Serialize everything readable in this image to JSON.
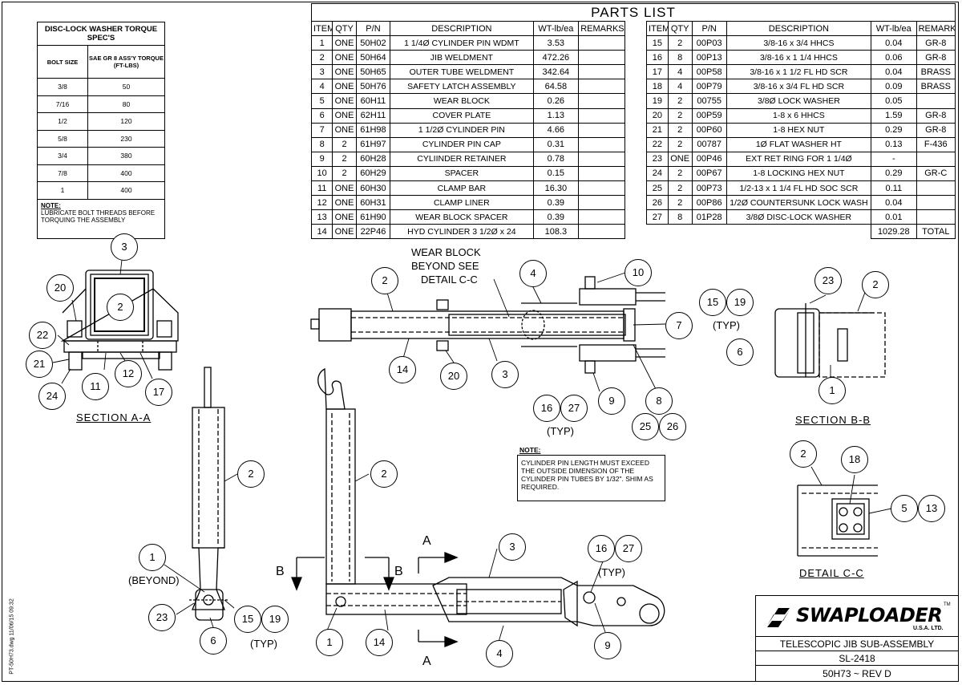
{
  "torque_spec": {
    "title": "DISC-LOCK WASHER TORQUE SPEC'S",
    "col_bolt": "BOLT SIZE",
    "col_torque": "SAE GR 8 ASS'Y TORQUE (FT-LBS)",
    "rows": [
      [
        "3/8",
        "50"
      ],
      [
        "7/16",
        "80"
      ],
      [
        "1/2",
        "120"
      ],
      [
        "5/8",
        "230"
      ],
      [
        "3/4",
        "380"
      ],
      [
        "7/8",
        "400"
      ],
      [
        "1",
        "400"
      ]
    ],
    "note_label": "NOTE:",
    "note_text": "LUBRICATE BOLT THREADS BEFORE TORQUING THE ASSEMBLY"
  },
  "parts_list": {
    "title": "PARTS LIST",
    "headers": [
      "ITEM",
      "QTY",
      "P/N",
      "DESCRIPTION",
      "WT-lb/ea",
      "REMARKS"
    ],
    "left_rows": [
      [
        "1",
        "ONE",
        "50H02",
        "1 1/4Ø CYLINDER PIN WDMT",
        "3.53",
        ""
      ],
      [
        "2",
        "ONE",
        "50H64",
        "JIB WELDMENT",
        "472.26",
        ""
      ],
      [
        "3",
        "ONE",
        "50H65",
        "OUTER TUBE WELDMENT",
        "342.64",
        ""
      ],
      [
        "4",
        "ONE",
        "50H76",
        "SAFETY LATCH ASSEMBLY",
        "64.58",
        ""
      ],
      [
        "5",
        "ONE",
        "60H11",
        "WEAR BLOCK",
        "0.26",
        ""
      ],
      [
        "6",
        "ONE",
        "62H11",
        "COVER PLATE",
        "1.13",
        ""
      ],
      [
        "7",
        "ONE",
        "61H98",
        "1 1/2Ø CYLINDER PIN",
        "4.66",
        ""
      ],
      [
        "8",
        "2",
        "61H97",
        "CYLINDER PIN CAP",
        "0.31",
        ""
      ],
      [
        "9",
        "2",
        "60H28",
        "CYLIINDER RETAINER",
        "0.78",
        ""
      ],
      [
        "10",
        "2",
        "60H29",
        "SPACER",
        "0.15",
        ""
      ],
      [
        "11",
        "ONE",
        "60H30",
        "CLAMP BAR",
        "16.30",
        ""
      ],
      [
        "12",
        "ONE",
        "60H31",
        "CLAMP LINER",
        "0.39",
        ""
      ],
      [
        "13",
        "ONE",
        "61H90",
        "WEAR BLOCK SPACER",
        "0.39",
        ""
      ],
      [
        "14",
        "ONE",
        "22P46",
        "HYD CYLINDER 3 1/2Ø x 24",
        "108.3",
        ""
      ]
    ],
    "right_rows": [
      [
        "15",
        "2",
        "00P03",
        "3/8-16 x 3/4 HHCS",
        "0.04",
        "GR-8"
      ],
      [
        "16",
        "8",
        "00P13",
        "3/8-16 x 1 1/4 HHCS",
        "0.06",
        "GR-8"
      ],
      [
        "17",
        "4",
        "00P58",
        "3/8-16 x 1 1/2 FL HD SCR",
        "0.04",
        "BRASS"
      ],
      [
        "18",
        "4",
        "00P79",
        "3/8-16 x 3/4 FL HD SCR",
        "0.09",
        "BRASS"
      ],
      [
        "19",
        "2",
        "00755",
        "3/8Ø LOCK WASHER",
        "0.05",
        ""
      ],
      [
        "20",
        "2",
        "00P59",
        "1-8 x 6 HHCS",
        "1.59",
        "GR-8"
      ],
      [
        "21",
        "2",
        "00P60",
        "1-8 HEX NUT",
        "0.29",
        "GR-8"
      ],
      [
        "22",
        "2",
        "00787",
        "1Ø FLAT WASHER HT",
        "0.13",
        "F-436"
      ],
      [
        "23",
        "ONE",
        "00P46",
        "EXT RET RING FOR 1 1/4Ø",
        "-",
        ""
      ],
      [
        "24",
        "2",
        "00P67",
        "1-8 LOCKING HEX NUT",
        "0.29",
        "GR-C"
      ],
      [
        "25",
        "2",
        "00P73",
        "1/2-13 x 1 1/4 FL HD SOC SCR",
        "0.11",
        ""
      ],
      [
        "26",
        "2",
        "00P86",
        "1/2Ø COUNTERSUNK LOCK WASH",
        "0.04",
        ""
      ],
      [
        "27",
        "8",
        "01P28",
        "3/8Ø DISC-LOCK WASHER",
        "0.01",
        ""
      ]
    ],
    "total_weight": "1029.28",
    "total_label": "TOTAL"
  },
  "labels": {
    "section_aa": "SECTION A-A",
    "section_bb": "SECTION B-B",
    "detail_cc": "DETAIL C-C",
    "wear_block_callout": [
      "WEAR BLOCK",
      "BEYOND SEE",
      "DETAIL C-C"
    ],
    "typ": "(TYP)",
    "beyond": "(BEYOND)",
    "arrow_a": "A",
    "arrow_b": "B"
  },
  "note": {
    "label": "NOTE:",
    "text": "CYLINDER PIN LENGTH MUST EXCEED THE OUTSIDE DIMENSION OF THE CYLINDER PIN TUBES BY 1/32\". SHIM AS REQUIRED."
  },
  "title_block": {
    "brand": "SWAPLOADER",
    "brand_sub": "U.S.A. LTD.",
    "tm": "TM",
    "title": "TELESCOPIC JIB SUB-ASSEMBLY",
    "drawing_no": "SL-2418",
    "part_rev": "50H73 ~ REV D"
  },
  "file_stamp": "PT-50H73.dwg   11/06/15  09:32"
}
